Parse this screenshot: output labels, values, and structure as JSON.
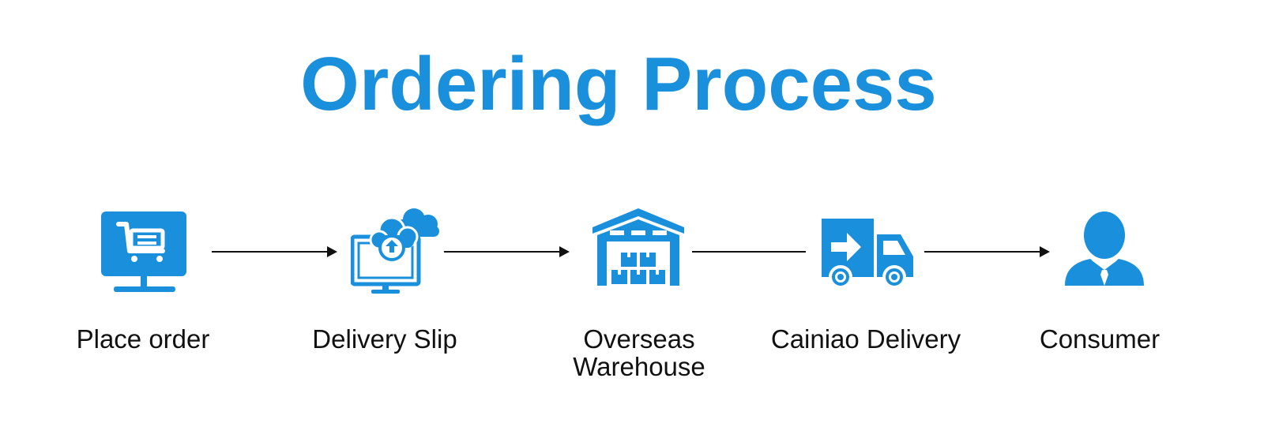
{
  "title": "Ordering Process",
  "accent_color": "#1a8fdc",
  "steps": [
    {
      "label": "Place order",
      "icon": "shopping-cart-monitor-icon"
    },
    {
      "label": "Delivery Slip",
      "icon": "cloud-upload-monitor-icon"
    },
    {
      "label": "Overseas Warehouse",
      "icon": "warehouse-icon"
    },
    {
      "label": "Cainiao Delivery",
      "icon": "delivery-truck-icon"
    },
    {
      "label": "Consumer",
      "icon": "user-icon"
    }
  ]
}
